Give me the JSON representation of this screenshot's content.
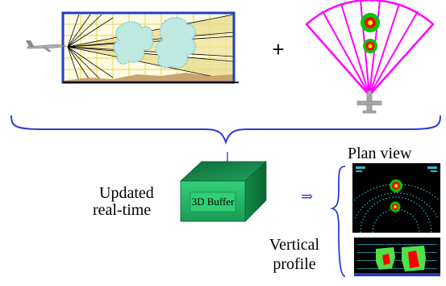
{
  "plus_sign": "+",
  "buffer_label": "3D Buffer",
  "updated_label_line1": "Updated",
  "updated_label_line2": "real-time",
  "arrow_glyph": "⇒",
  "plan_view_label": "Plan view",
  "vertical_profile_line1": "Vertical",
  "vertical_profile_line2": "profile",
  "colors": {
    "radar_frame": "#1f3fbf",
    "scan_lines": "#ff00ff",
    "storm_core": "#ff0000",
    "storm_ring": "#00c800",
    "storm_center": "#ffff00",
    "buffer_box": "#1aa060",
    "brace": "#2a3fd0",
    "terrain": "#c9a46b",
    "grid": "#e6d65a"
  },
  "icons": [
    "airplane-icon",
    "down-arrow-icon",
    "right-double-arrow-icon"
  ]
}
